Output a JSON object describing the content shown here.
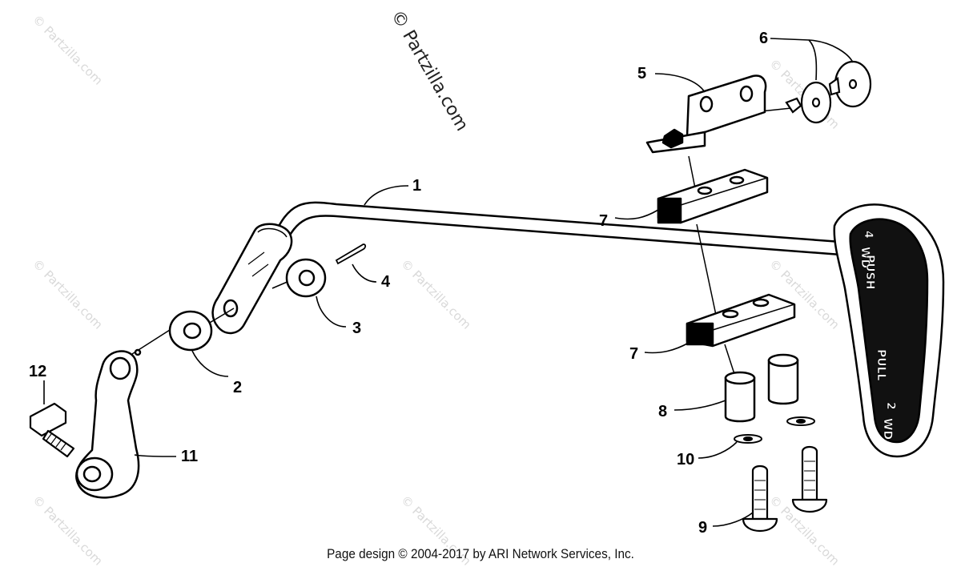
{
  "watermarks": [
    "© Partzilla.com",
    "© Partzilla.com",
    "© Partzilla.com",
    "© Partzilla.com",
    "© Partzilla.com",
    "© Partzilla.com",
    "© Partzilla.com",
    "© Partzilla.com"
  ],
  "copyright": "© Partzilla.com",
  "footer": "Page design © 2004-2017 by ARI Network Services, Inc.",
  "pedal": {
    "top": "4",
    "top_sub": "WD",
    "push": "PUSH",
    "pull": "PULL",
    "bottom": "2",
    "bottom_sub": "WD"
  },
  "callouts": [
    "1",
    "2",
    "3",
    "4",
    "5",
    "6",
    "7",
    "7",
    "8",
    "9",
    "10",
    "11",
    "12"
  ]
}
